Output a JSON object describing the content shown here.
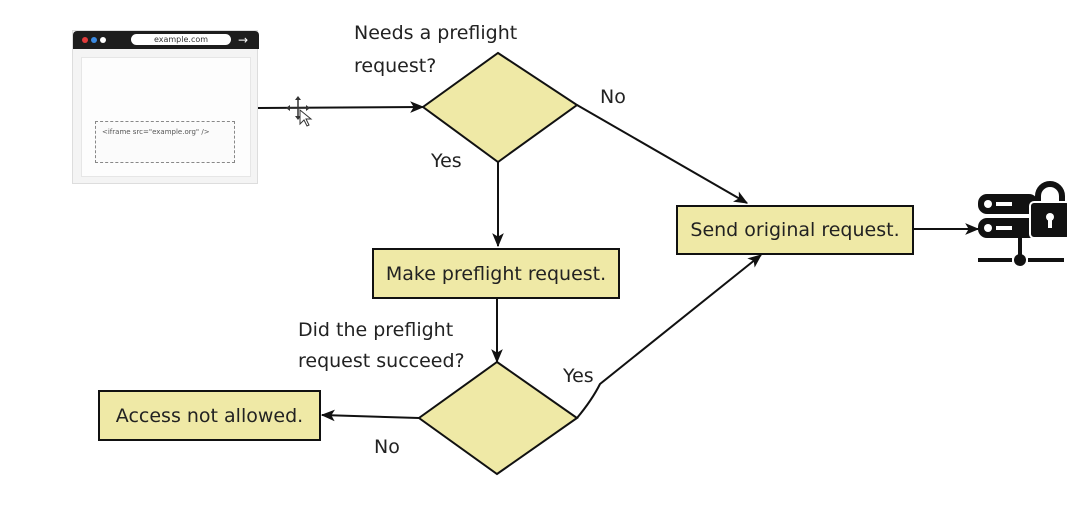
{
  "browser": {
    "url": "example.com",
    "iframe_code": "<iframe src=\"example.org\" />"
  },
  "decision1": {
    "line1": "Needs a preflight",
    "line2": "request?",
    "no": "No",
    "yes": "Yes"
  },
  "boxes": {
    "make_preflight": "Make preflight request.",
    "send_original": "Send original request.",
    "access_denied": "Access not allowed."
  },
  "decision2": {
    "line1": "Did the preflight",
    "line2": "request succeed?",
    "yes": "Yes",
    "no": "No"
  },
  "colors": {
    "box_fill": "#efe9a6",
    "stroke": "#111111"
  },
  "icons": {
    "server": "server-lock-icon",
    "cursor": "move-cursor-icon"
  }
}
